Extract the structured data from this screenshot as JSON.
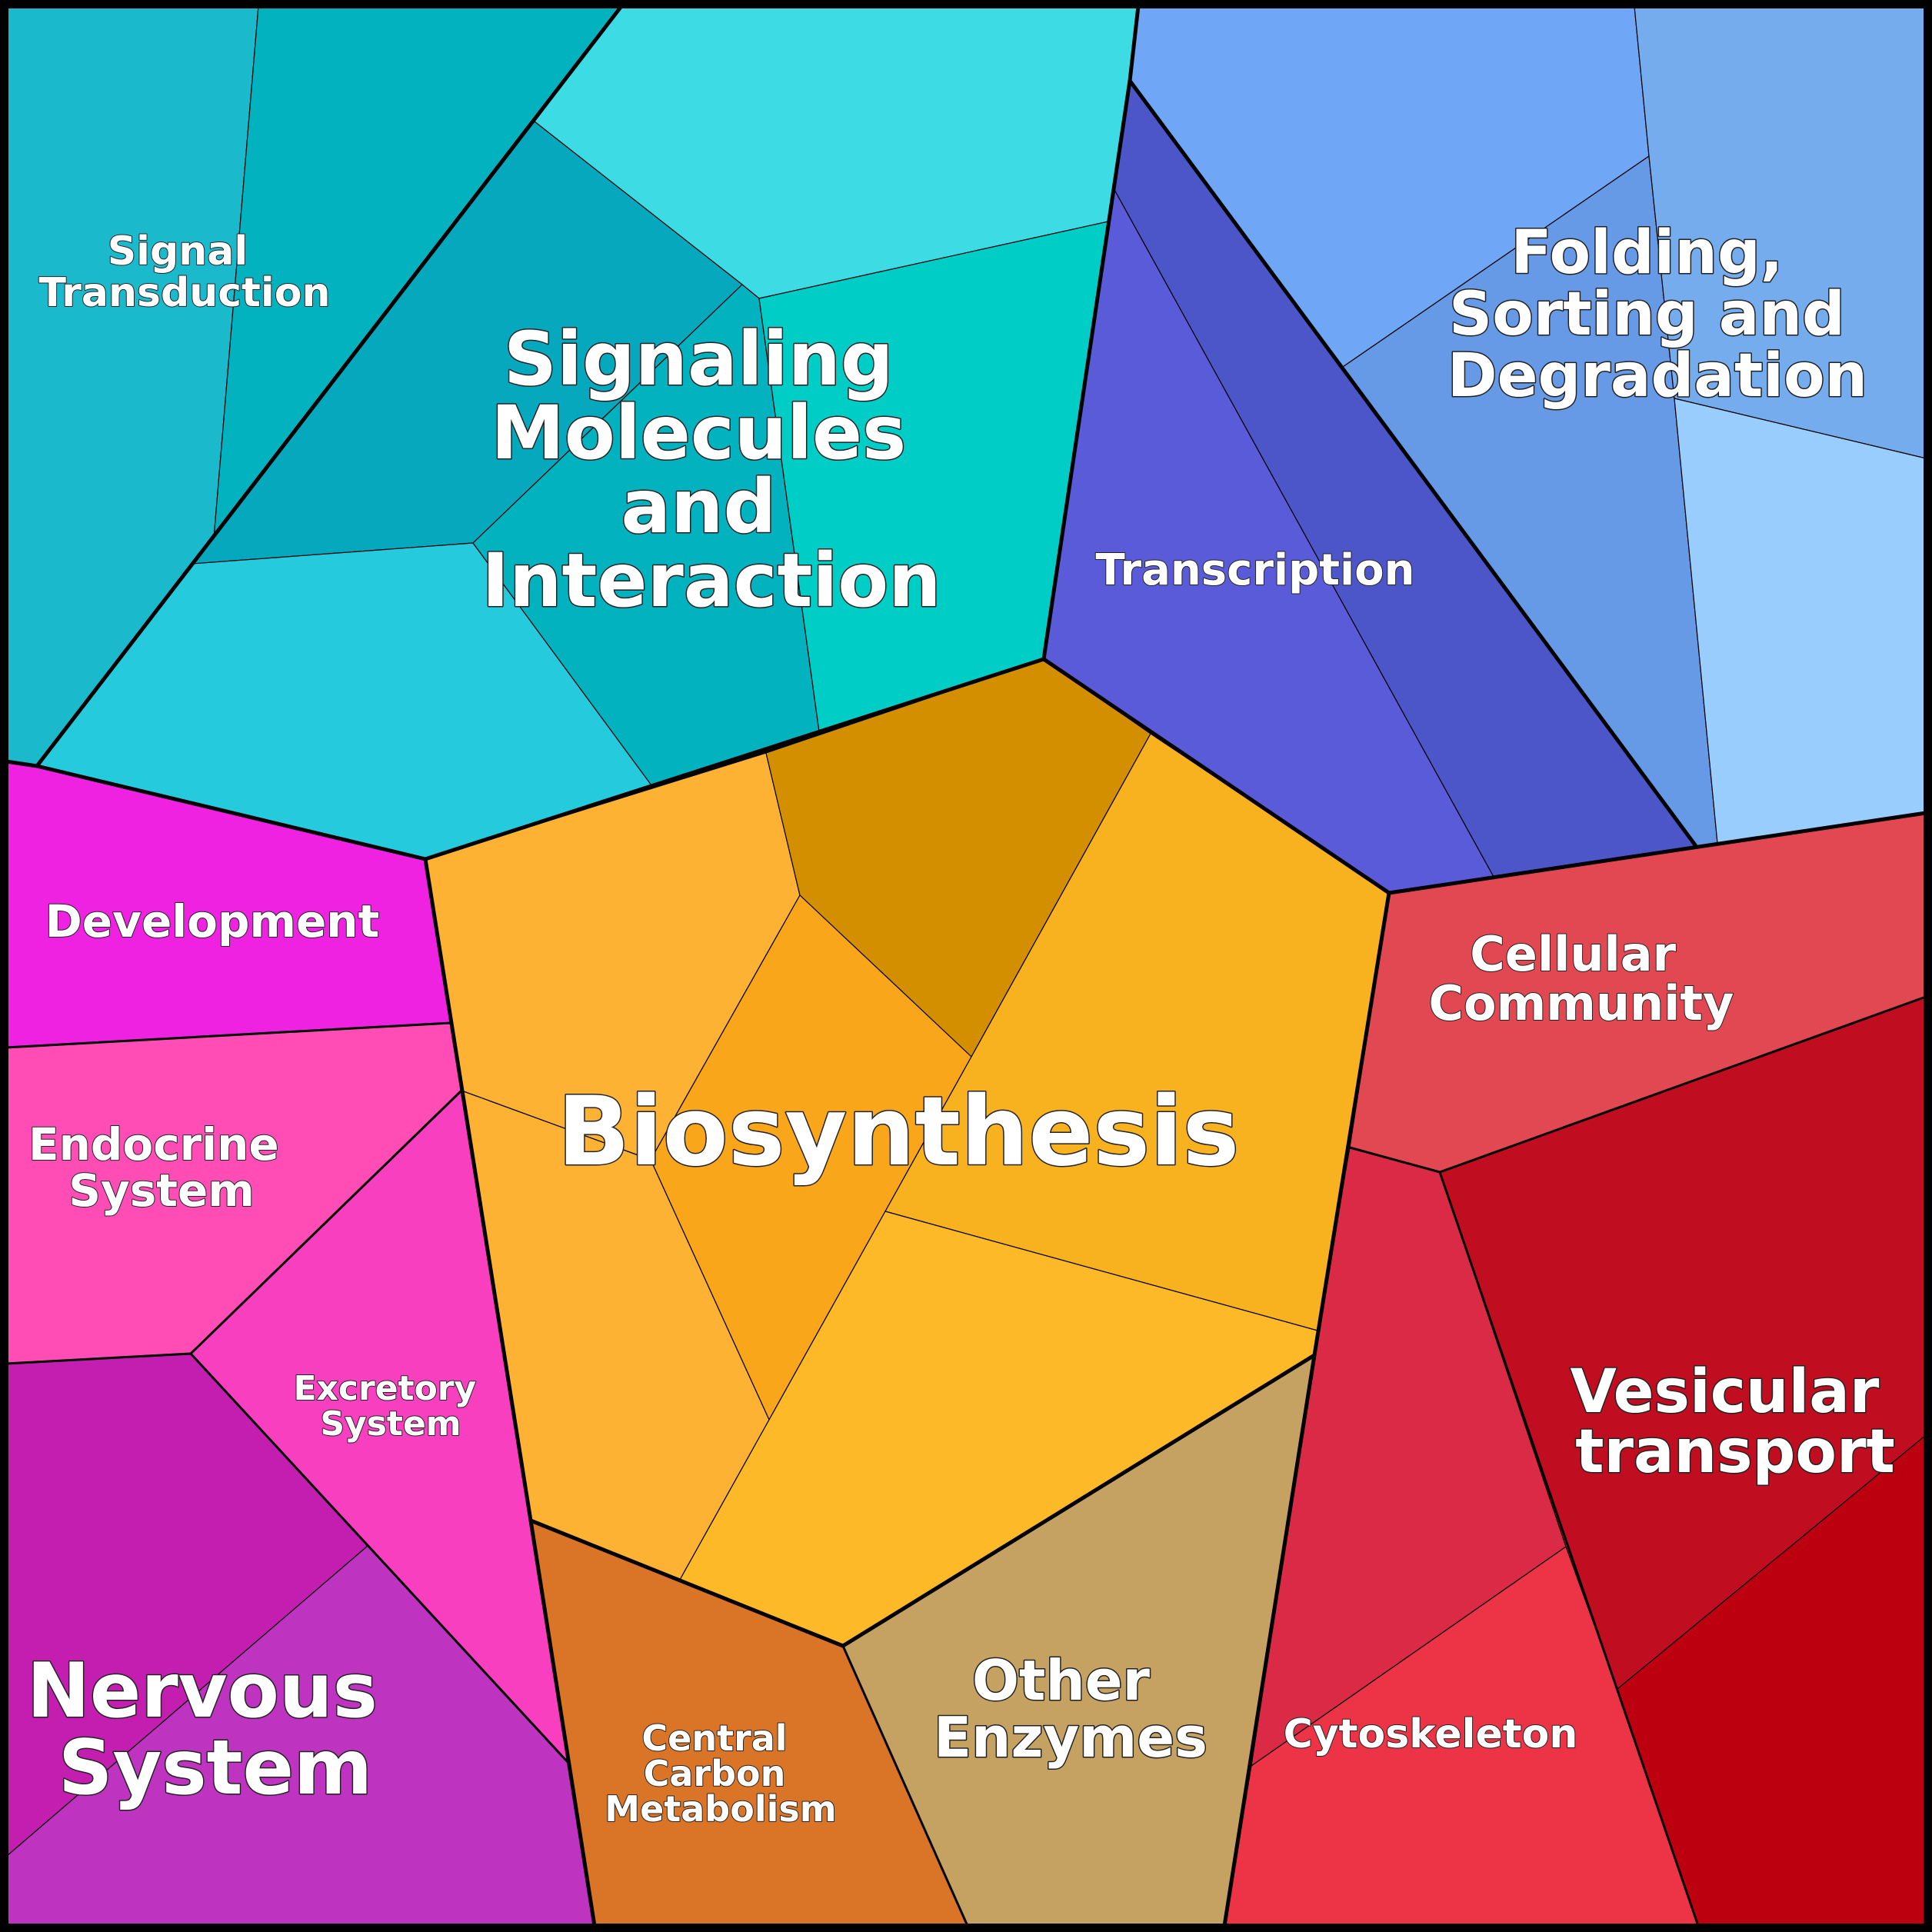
{
  "labels": {
    "signal_transduction": [
      "Signal",
      "Transduction"
    ],
    "signaling_molecules": [
      "Signaling",
      "Molecules",
      "and",
      "Interaction"
    ],
    "transcription": [
      "Transcription"
    ],
    "folding": [
      "Folding,",
      "Sorting and",
      "Degradation"
    ],
    "development": [
      "Development"
    ],
    "endocrine": [
      "Endocrine",
      "System"
    ],
    "excretory": [
      "Excretory",
      "System"
    ],
    "nervous": [
      "Nervous",
      "System"
    ],
    "biosynthesis": [
      "Biosynthesis"
    ],
    "cellular_community": [
      "Cellular",
      "Community"
    ],
    "vesicular": [
      "Vesicular",
      "transport"
    ],
    "central_carbon": [
      "Central",
      "Carbon",
      "Metabolism"
    ],
    "other_enzymes": [
      "Other",
      "Enzymes"
    ],
    "cytoskeleton": [
      "Cytoskeleton"
    ]
  },
  "colors": {
    "cyan_dark": "#1BB9CC",
    "cyan_teal": "#03B2BF",
    "cyan_light": "#3DDCE5",
    "cyan_mid": "#05A8BD",
    "cyan_sky": "#25CADD",
    "teal_bright": "#00CEC6",
    "indigo_dark": "#4C56C9",
    "indigo": "#5A5BD8",
    "blue_light": "#6FA6F5",
    "blue_mid": "#6699E6",
    "blue_pale": "#99CDFD",
    "blue_soft": "#74ACEE",
    "magenta": "#EE22E0",
    "pink": "#FF4DB5",
    "pink_magenta": "#F83FBF",
    "purple_dark": "#C41EB0",
    "purple": "#BE33BF",
    "orange_light": "#FEB233",
    "orange_dark": "#D48F00",
    "orange_mid": "#F9A61A",
    "orange_gold": "#F9B21F",
    "orange_yellow": "#FDB927",
    "burnt_orange": "#DA7426",
    "tan": "#C5A262",
    "red_coral": "#E24852",
    "red_dark": "#C00D20",
    "red_rose": "#DB2A45",
    "red_bright": "#ED3447",
    "red_deep": "#BD0010"
  }
}
